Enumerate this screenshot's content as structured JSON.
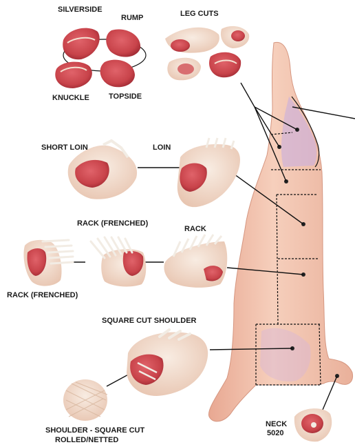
{
  "labels": {
    "silverside": "SILVERSIDE",
    "rump": "RUMP",
    "knuckle": "KNUCKLE",
    "topside": "TOPSIDE",
    "leg_cuts": "LEG CUTS",
    "short_loin": "SHORT LOIN",
    "loin": "LOIN",
    "rack_frenched_top": "RACK (FRENCHED)",
    "rack": "RACK",
    "rack_frenched_left": "RACK (FRENCHED)",
    "square_cut_shoulder": "SQUARE CUT SHOULDER",
    "shoulder_rolled_line1": "SHOULDER - SQUARE CUT",
    "shoulder_rolled_line2": "ROLLED/NETTED",
    "neck_line1": "NECK",
    "neck_line2": "5020"
  },
  "colors": {
    "carcass_fat": "#f3c6b0",
    "carcass_shadow": "#e2a48c",
    "meat_red": "#c8434a",
    "meat_dark": "#9e2a33",
    "fat_cream": "#f4e1d2",
    "bone": "#f2ece4",
    "connector": "#111111",
    "leg_highlight": "#c4a6d6"
  }
}
